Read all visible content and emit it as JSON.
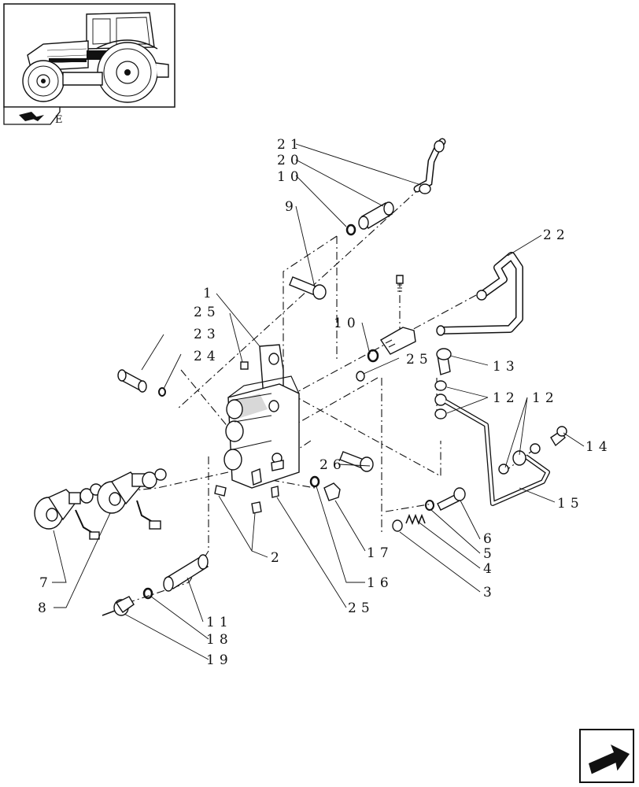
{
  "thumbnail": {
    "icon": "tractor-thumbnail-icon",
    "caption": "E"
  },
  "nav": {
    "back_icon": "back-arrow-icon",
    "forward_icon": "next-page-arrow-icon"
  },
  "callouts": {
    "c21": "21",
    "c20": "20",
    "c10a": "10",
    "c9": "9",
    "c22": "22",
    "c1": "1",
    "c25a": "25",
    "c10b": "10",
    "c23": "23",
    "c24": "24",
    "c25b": "25",
    "c13": "13",
    "c12a": "12",
    "c12b": "12",
    "c14": "14",
    "c26": "26",
    "c15": "15",
    "c7": "7",
    "c8": "8",
    "c2": "2",
    "c17": "17",
    "c16": "16",
    "c25c": "25",
    "c6": "6",
    "c5": "5",
    "c4": "4",
    "c3": "3",
    "c11": "11",
    "c18": "18",
    "c19": "19"
  }
}
